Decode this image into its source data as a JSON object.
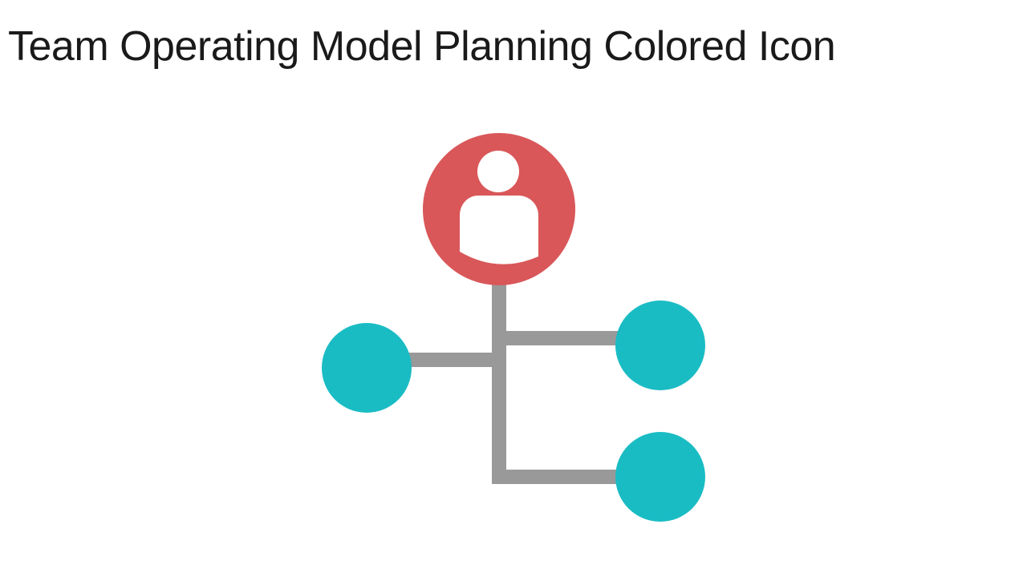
{
  "slide": {
    "title": "Team Operating Model Planning Colored Icon"
  },
  "icon": {
    "semantic": "team-hierarchy-icon",
    "parts": {
      "head_node": "user-icon",
      "child_nodes": 3,
      "connectors": "tree-lines"
    }
  },
  "colors": {
    "background": "#ffffff",
    "title_text": "#1a1a1a",
    "head_node": "#d95759",
    "person_glyph": "#ffffff",
    "child_nodes": "#1abcc4",
    "connectors": "#999999"
  }
}
